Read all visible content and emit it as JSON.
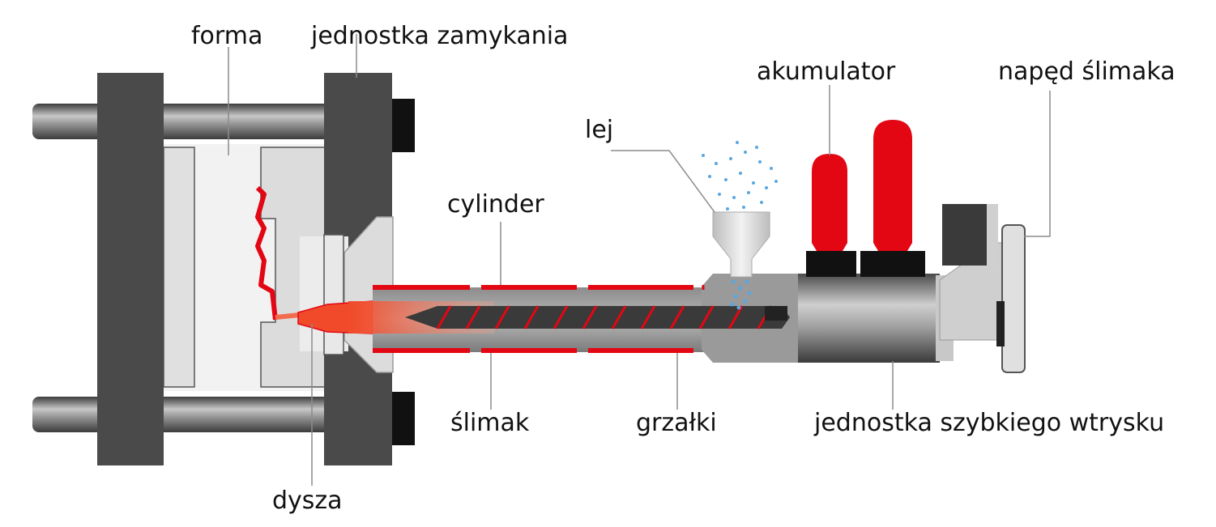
{
  "labels": {
    "forma": "forma",
    "jednostka_zamykania": "jednostka zamykania",
    "akumulator": "akumulator",
    "naped_slimaka": "napęd ślimaka",
    "lej": "lej",
    "cylinder": "cylinder",
    "slimak": "ślimak",
    "grzalki": "grzałki",
    "jednostka_szybkiego_wtrysku": "jednostka szybkiego wtrysku",
    "dysza": "dysza"
  },
  "colors": {
    "frame": "#4a4a4a",
    "bar": "#6e6e6e",
    "mold": "#d9d9d9",
    "heater": "#e30613",
    "melt": "#f26b4f",
    "accumulator": "#e30613",
    "pellets": "#5aa7e0",
    "leader": "#8c8c8c"
  }
}
